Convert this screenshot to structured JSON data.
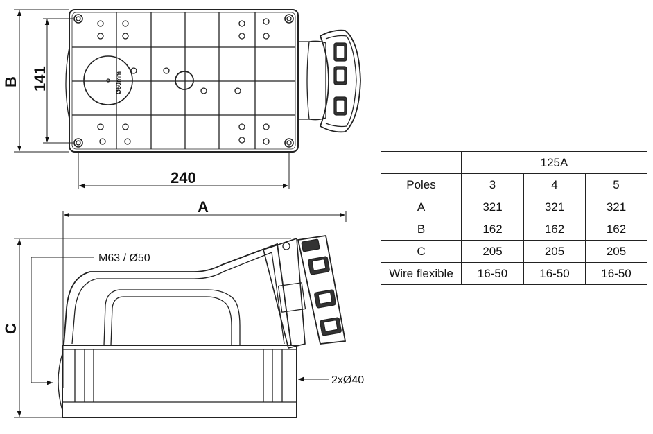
{
  "dimensions": {
    "b_label": "B",
    "height_label": "141",
    "width_label": "240",
    "a_label": "A",
    "c_label": "C",
    "hole_label": "Ø50mm"
  },
  "callouts": {
    "top_entry": "M63 / Ø50",
    "bottom_entry": "2xØ40"
  },
  "spec_table": {
    "rating": "125A",
    "header_label": "Poles",
    "poles": [
      "3",
      "4",
      "5"
    ],
    "rows": [
      {
        "label": "A",
        "values": [
          "321",
          "321",
          "321"
        ]
      },
      {
        "label": "B",
        "values": [
          "162",
          "162",
          "162"
        ]
      },
      {
        "label": "C",
        "values": [
          "205",
          "205",
          "205"
        ]
      },
      {
        "label": "Wire flexible",
        "values": [
          "16-50",
          "16-50",
          "16-50"
        ]
      }
    ]
  }
}
